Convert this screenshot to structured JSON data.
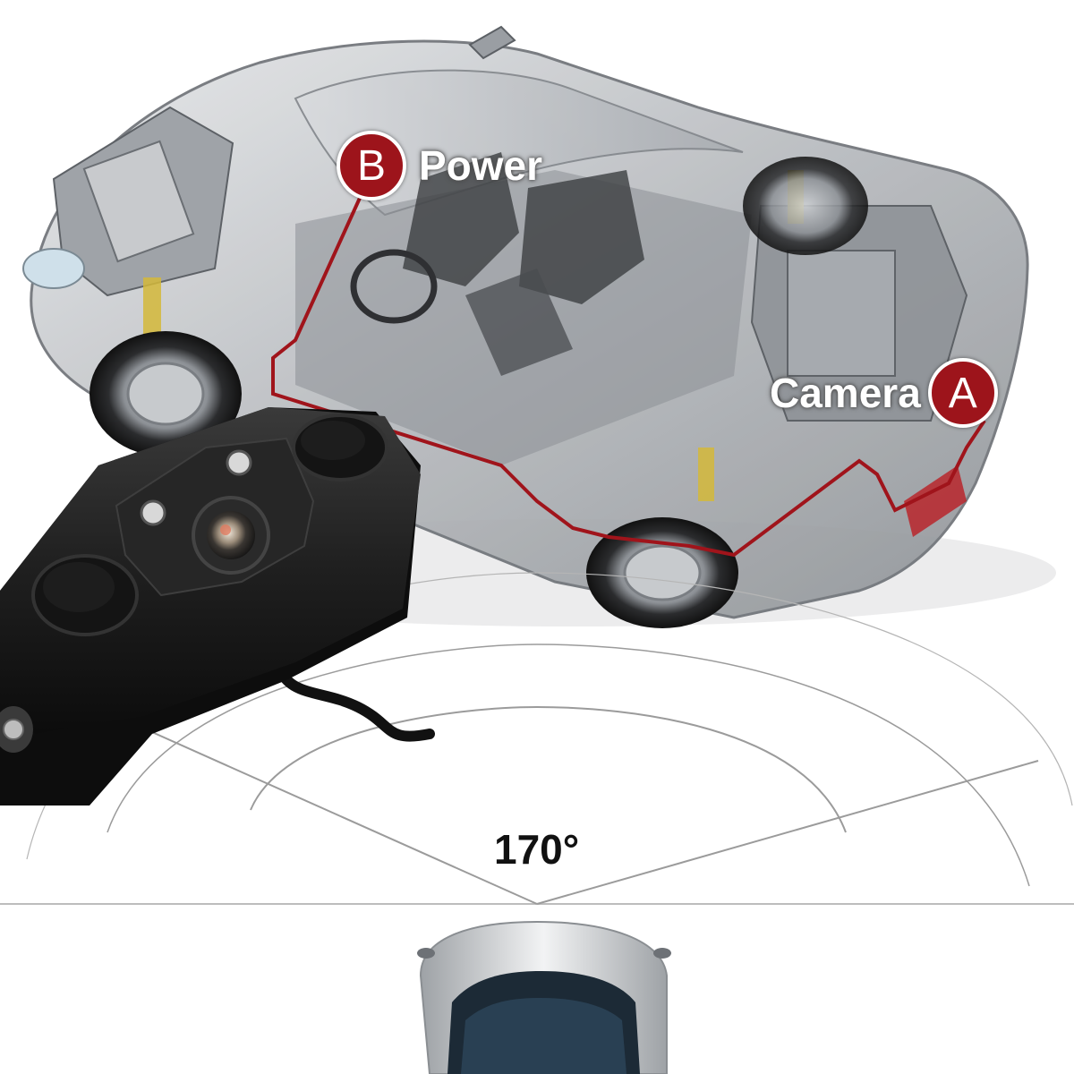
{
  "annotations": {
    "power": {
      "badge_letter": "B",
      "text": "Power"
    },
    "camera": {
      "badge_letter": "A",
      "text": "Camera"
    }
  },
  "view_angle": {
    "text": "170°"
  },
  "colors": {
    "accent_red": "#9d141b",
    "wire_red": "#a0141b",
    "camera_body": "#1b1b1b",
    "car_silver": "#b9bcc0"
  },
  "icons": {
    "car_cutaway": "transparent-car-illustration",
    "camera_unit": "reverse-camera-with-parking-sensors",
    "top_car": "car-top-view"
  }
}
